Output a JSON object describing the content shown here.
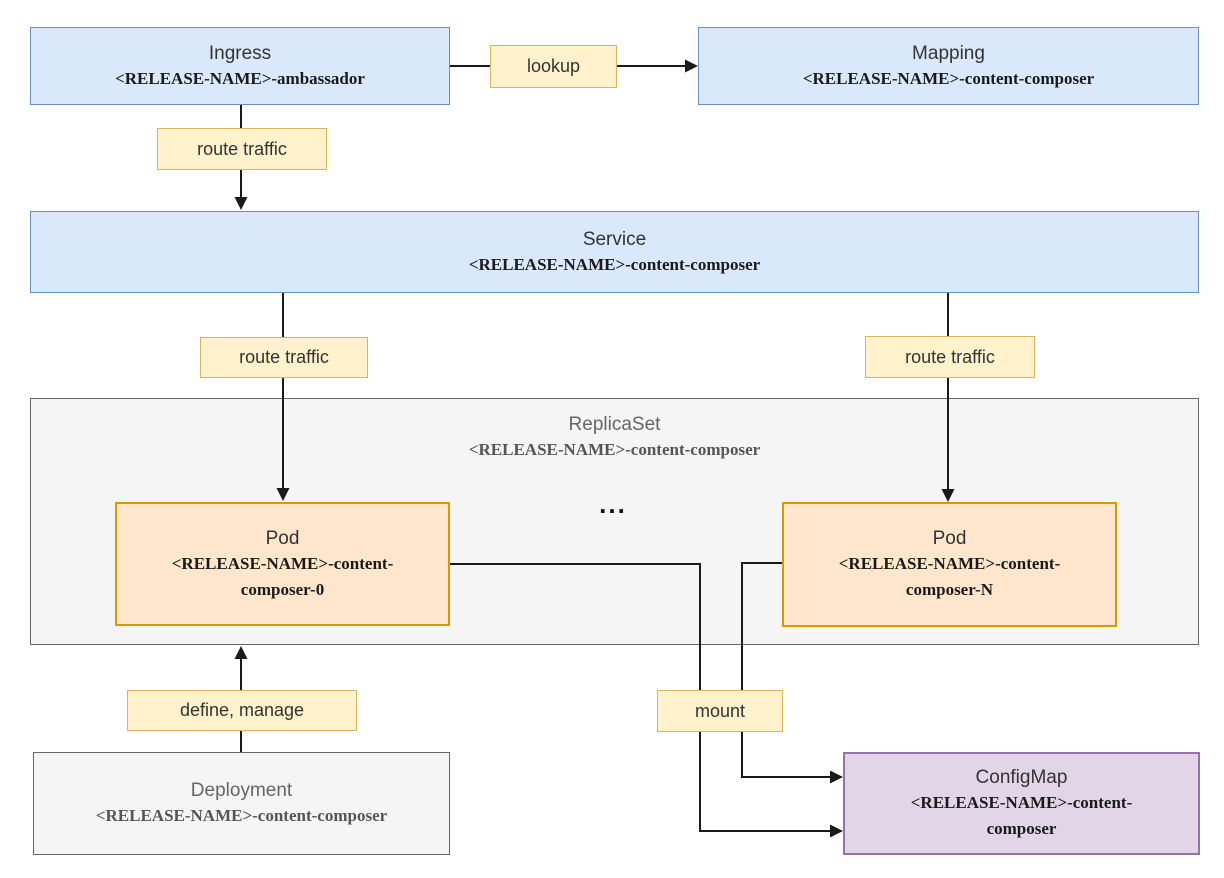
{
  "colors": {
    "node_blue_fill": "#dae8fc",
    "node_blue_border": "#6c8ebf",
    "pod_fill": "#ffe6cc",
    "pod_border": "#d79b00",
    "configmap_fill": "#e1d5e7",
    "configmap_border": "#9673a6",
    "gray_fill": "#f5f5f5",
    "gray_border": "#666666",
    "label_fill": "#fff2cc",
    "label_border": "#d6b656",
    "edge": "#1a1a1a"
  },
  "diagram": {
    "nodes": {
      "ingress": {
        "title": "Ingress",
        "subtitle_lines": [
          "<RELEASE-NAME>-ambassador"
        ]
      },
      "mapping": {
        "title": "Mapping",
        "subtitle_lines": [
          "<RELEASE-NAME>-content-composer"
        ]
      },
      "service": {
        "title": "Service",
        "subtitle_lines": [
          "<RELEASE-NAME>-content-composer"
        ]
      },
      "replicaset": {
        "title": "ReplicaSet",
        "subtitle_lines": [
          "<RELEASE-NAME>-content-composer"
        ]
      },
      "pod_0": {
        "title": "Pod",
        "subtitle_lines": [
          "<RELEASE-NAME>-content-",
          "composer-0"
        ]
      },
      "pod_n": {
        "title": "Pod",
        "subtitle_lines": [
          "<RELEASE-NAME>-content-",
          "composer-N"
        ]
      },
      "deployment": {
        "title": "Deployment",
        "subtitle_lines": [
          "<RELEASE-NAME>-content-composer"
        ]
      },
      "configmap": {
        "title": "ConfigMap",
        "subtitle_lines": [
          "<RELEASE-NAME>-content-",
          "composer"
        ]
      }
    },
    "edge_labels": {
      "lookup": "lookup",
      "route_traffic_top": "route traffic",
      "route_traffic_left": "route traffic",
      "route_traffic_right": "route traffic",
      "define_manage": "define, manage",
      "mount": "mount"
    },
    "ellipsis": "..."
  }
}
